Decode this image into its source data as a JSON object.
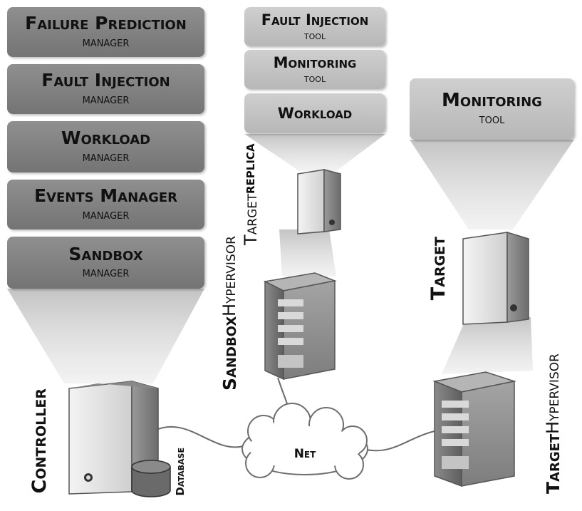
{
  "controller_stack": [
    {
      "title": "Failure Prediction",
      "subtitle": "manager"
    },
    {
      "title": "Fault Injection",
      "subtitle": "manager"
    },
    {
      "title": "Workload",
      "subtitle": "manager"
    },
    {
      "title": "Events Manager",
      "subtitle": "manager"
    },
    {
      "title": "Sandbox",
      "subtitle": "manager"
    }
  ],
  "replica_stack": [
    {
      "title": "Fault Injection",
      "subtitle": "tool"
    },
    {
      "title": "Monitoring",
      "subtitle": "tool"
    },
    {
      "title": "Workload",
      "subtitle": ""
    }
  ],
  "target_stack": [
    {
      "title": "Monitoring",
      "subtitle": "tool"
    }
  ],
  "labels": {
    "target_replica_line1": "Target",
    "target_replica_line2": "replica",
    "sandbox_hypervisor_line1": "Sandbox",
    "sandbox_hypervisor_line2": "Hypervisor",
    "target": "Target",
    "target_hypervisor_line1": "Target",
    "target_hypervisor_line2": "Hypervisor",
    "controller": "Controller",
    "database": "Database",
    "net": "Net"
  }
}
